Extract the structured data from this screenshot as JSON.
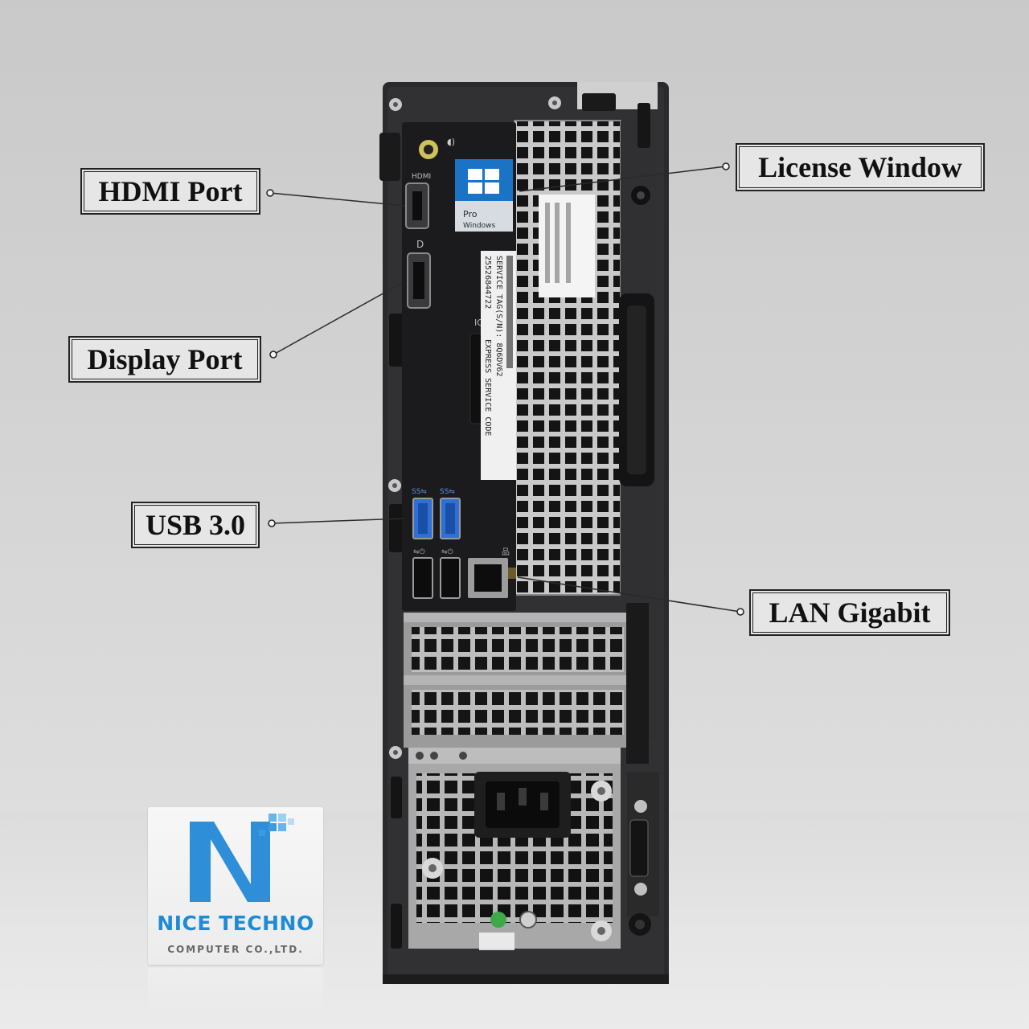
{
  "callouts": {
    "hdmi": "HDMI Port",
    "display": "Display Port",
    "usb": "USB 3.0",
    "license": "License Window",
    "lan": "LAN Gigabit"
  },
  "logo": {
    "name": "NICE TECHNO",
    "subtitle": "COMPUTER CO.,LTD."
  },
  "windows_badge": {
    "edition": "Pro",
    "product": "Windows"
  },
  "service_tag": {
    "line1": "SERVICE TAG(S/N): 8Q6DV62",
    "line2": "EXPRESS SERVICE CODE",
    "code": "25526844722"
  },
  "colors": {
    "chassis": "#2a2a2c",
    "io_panel": "#1b1b1d",
    "usb3_blue": "#2f6fd6",
    "brand_blue": "#1f8ad6",
    "callout_bg": "#e6e6e6"
  }
}
